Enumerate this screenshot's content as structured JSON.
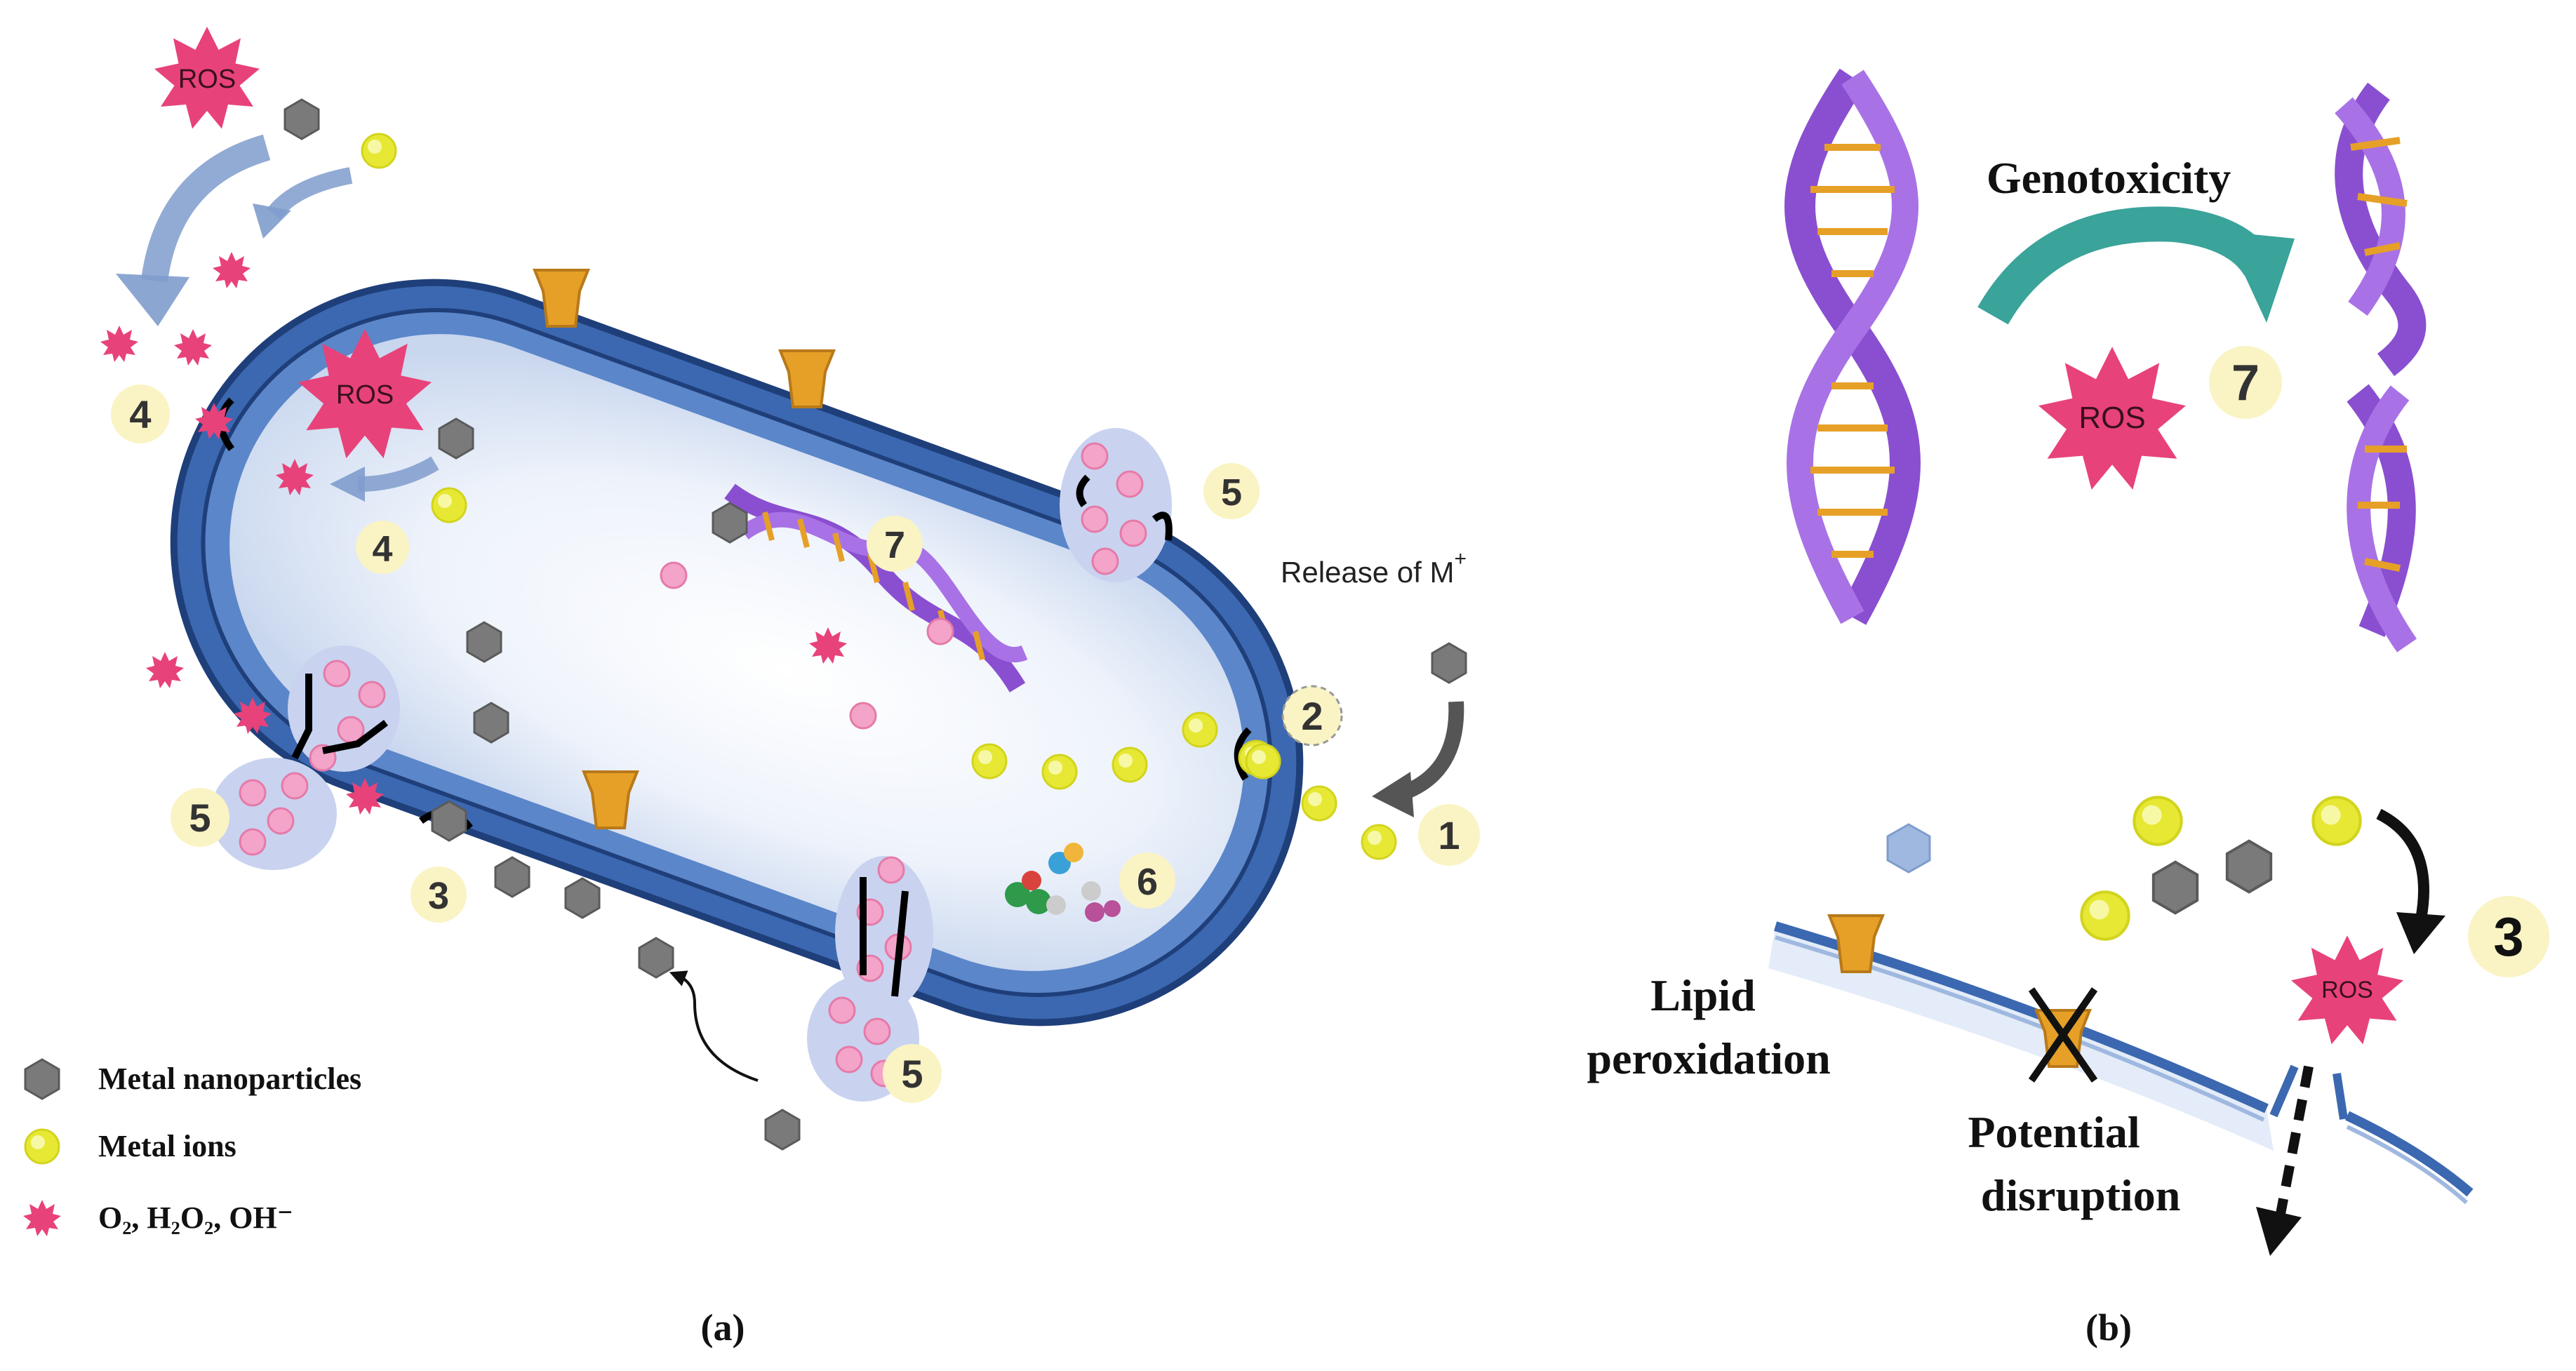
{
  "panel_a": {
    "caption": "(a)",
    "ros_label": "ROS",
    "release_label": "Release of M",
    "release_superscript": "+",
    "steps": {
      "s1": "1",
      "s2": "2",
      "s3": "3",
      "s4": "4",
      "s5": "5",
      "s6": "6",
      "s7": "7"
    },
    "legend": {
      "nanoparticles": "Metal nanoparticles",
      "ions": "Metal ions",
      "ros_species": "O₂, H₂O₂, OH⁻"
    }
  },
  "panel_b": {
    "caption": "(b)",
    "genotoxicity_label": "Genotoxicity",
    "ros_label": "ROS",
    "step_7": "7",
    "step_3": "3",
    "lipid_line1": "Lipid",
    "lipid_line2": "peroxidation",
    "disruption_line1": "Potential",
    "disruption_line2": "disruption"
  },
  "colors": {
    "membrane": "#3b68b0",
    "cytoplasm": "#e3ecf8",
    "ros": "#e8427a",
    "nanoparticle": "#7a7a7a",
    "ion": "#e6e833",
    "dna": "#8a4fd0",
    "channel": "#e6a027",
    "step_badge": "#faf3c4",
    "vesicle": "#c9d3f0",
    "arrow": "#7f9ccd"
  }
}
